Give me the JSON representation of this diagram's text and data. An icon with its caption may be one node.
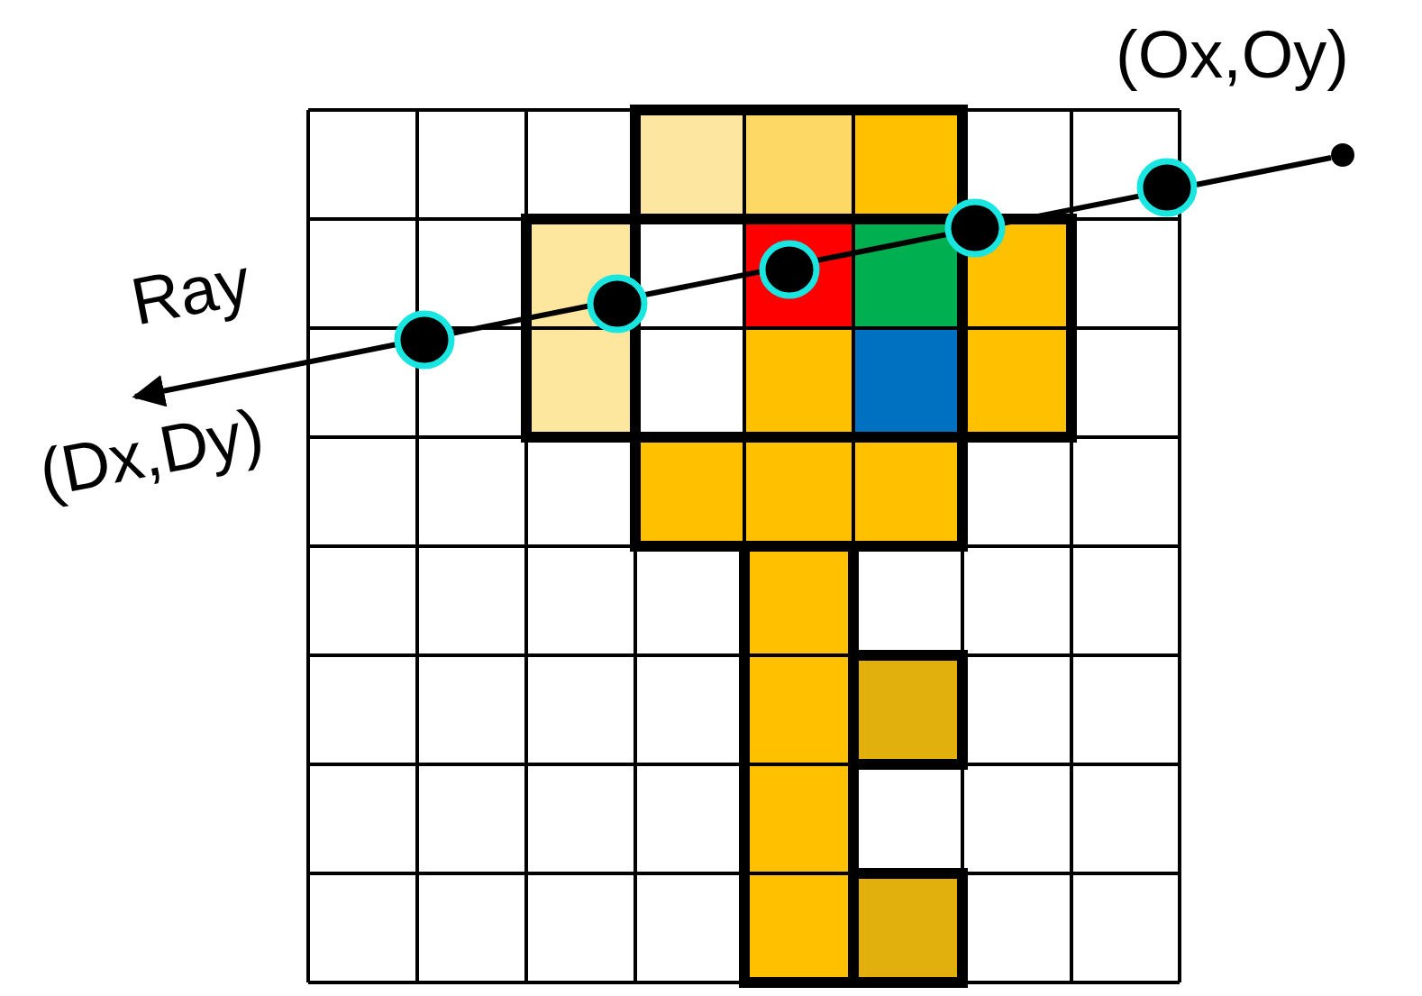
{
  "diagram": {
    "nodes": [
      {
        "text": [],
        "shape": "circle"
      },
      {
        "text": [
          "(Dx,Dy)"
        ]
      }
    ],
    "edges": [
      {
        "from": 0,
        "to": 1,
        "arrow": "to"
      }
    ],
    "labels": [
      "(Ox,Oy)",
      "Ray"
    ]
  }
}
